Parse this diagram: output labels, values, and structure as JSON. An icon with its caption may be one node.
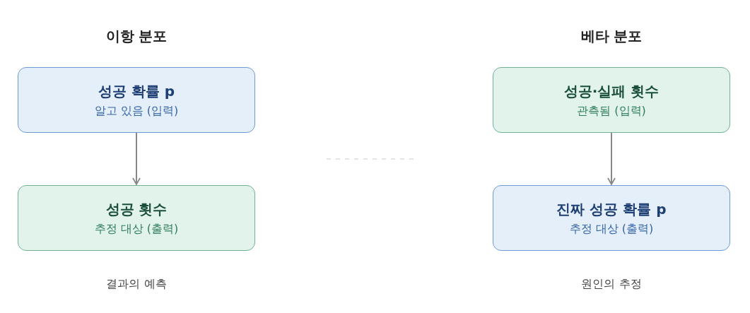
{
  "diagram": {
    "nodes": [
      {
        "text": [
          "성공 확률 p",
          "알고 있음 (입력)"
        ]
      },
      {
        "text": [
          "성공 횟수",
          "추정 대상 (출력)"
        ]
      },
      {
        "text": [
          "성공·실패 횟수",
          "관측됨 (입력)"
        ]
      },
      {
        "text": [
          "진짜 성공 확률 p",
          "추정 대상 (출력)"
        ]
      }
    ],
    "edges": [
      {
        "from": 0,
        "to": 1,
        "arrow": "to"
      },
      {
        "from": 2,
        "to": 3,
        "arrow": "to"
      }
    ],
    "labels": [
      "이항 분포",
      "베타 분포",
      "결과의 예측",
      "원인의 추정"
    ]
  }
}
